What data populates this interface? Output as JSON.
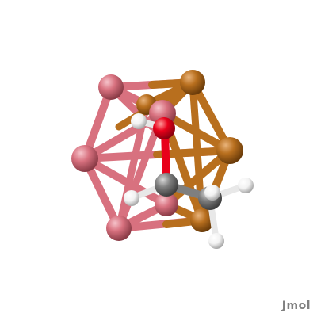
{
  "viewer": {
    "watermark": "Jmol",
    "background": "#ffffff"
  },
  "colors": {
    "boron_pink": "#d8717f",
    "boron_orange": "#b86f1e",
    "oxygen": "#e8001a",
    "carbon": "#7f7f7f",
    "hydrogen": "#ffffff"
  },
  "molecule": {
    "atoms": [
      {
        "id": "b1",
        "element": "B",
        "color_key": "boron_pink"
      },
      {
        "id": "b2",
        "element": "B",
        "color_key": "boron_orange"
      },
      {
        "id": "b3",
        "element": "B",
        "color_key": "boron_pink"
      },
      {
        "id": "b4",
        "element": "B",
        "color_key": "boron_orange"
      },
      {
        "id": "b5",
        "element": "B",
        "color_key": "boron_pink"
      },
      {
        "id": "b6",
        "element": "B",
        "color_key": "boron_pink"
      },
      {
        "id": "b7",
        "element": "B",
        "color_key": "boron_orange"
      },
      {
        "id": "b8",
        "element": "B",
        "color_key": "boron_orange"
      },
      {
        "id": "b9",
        "element": "B",
        "color_key": "boron_pink"
      },
      {
        "id": "b10",
        "element": "B",
        "color_key": "boron_orange"
      },
      {
        "id": "o1",
        "element": "O",
        "color_key": "oxygen"
      },
      {
        "id": "h_o",
        "element": "H",
        "color_key": "hydrogen"
      },
      {
        "id": "c1",
        "element": "C",
        "color_key": "carbon"
      },
      {
        "id": "c2",
        "element": "C",
        "color_key": "carbon"
      },
      {
        "id": "h1",
        "element": "H",
        "color_key": "hydrogen"
      },
      {
        "id": "h2",
        "element": "H",
        "color_key": "hydrogen"
      },
      {
        "id": "h3",
        "element": "H",
        "color_key": "hydrogen"
      }
    ]
  }
}
